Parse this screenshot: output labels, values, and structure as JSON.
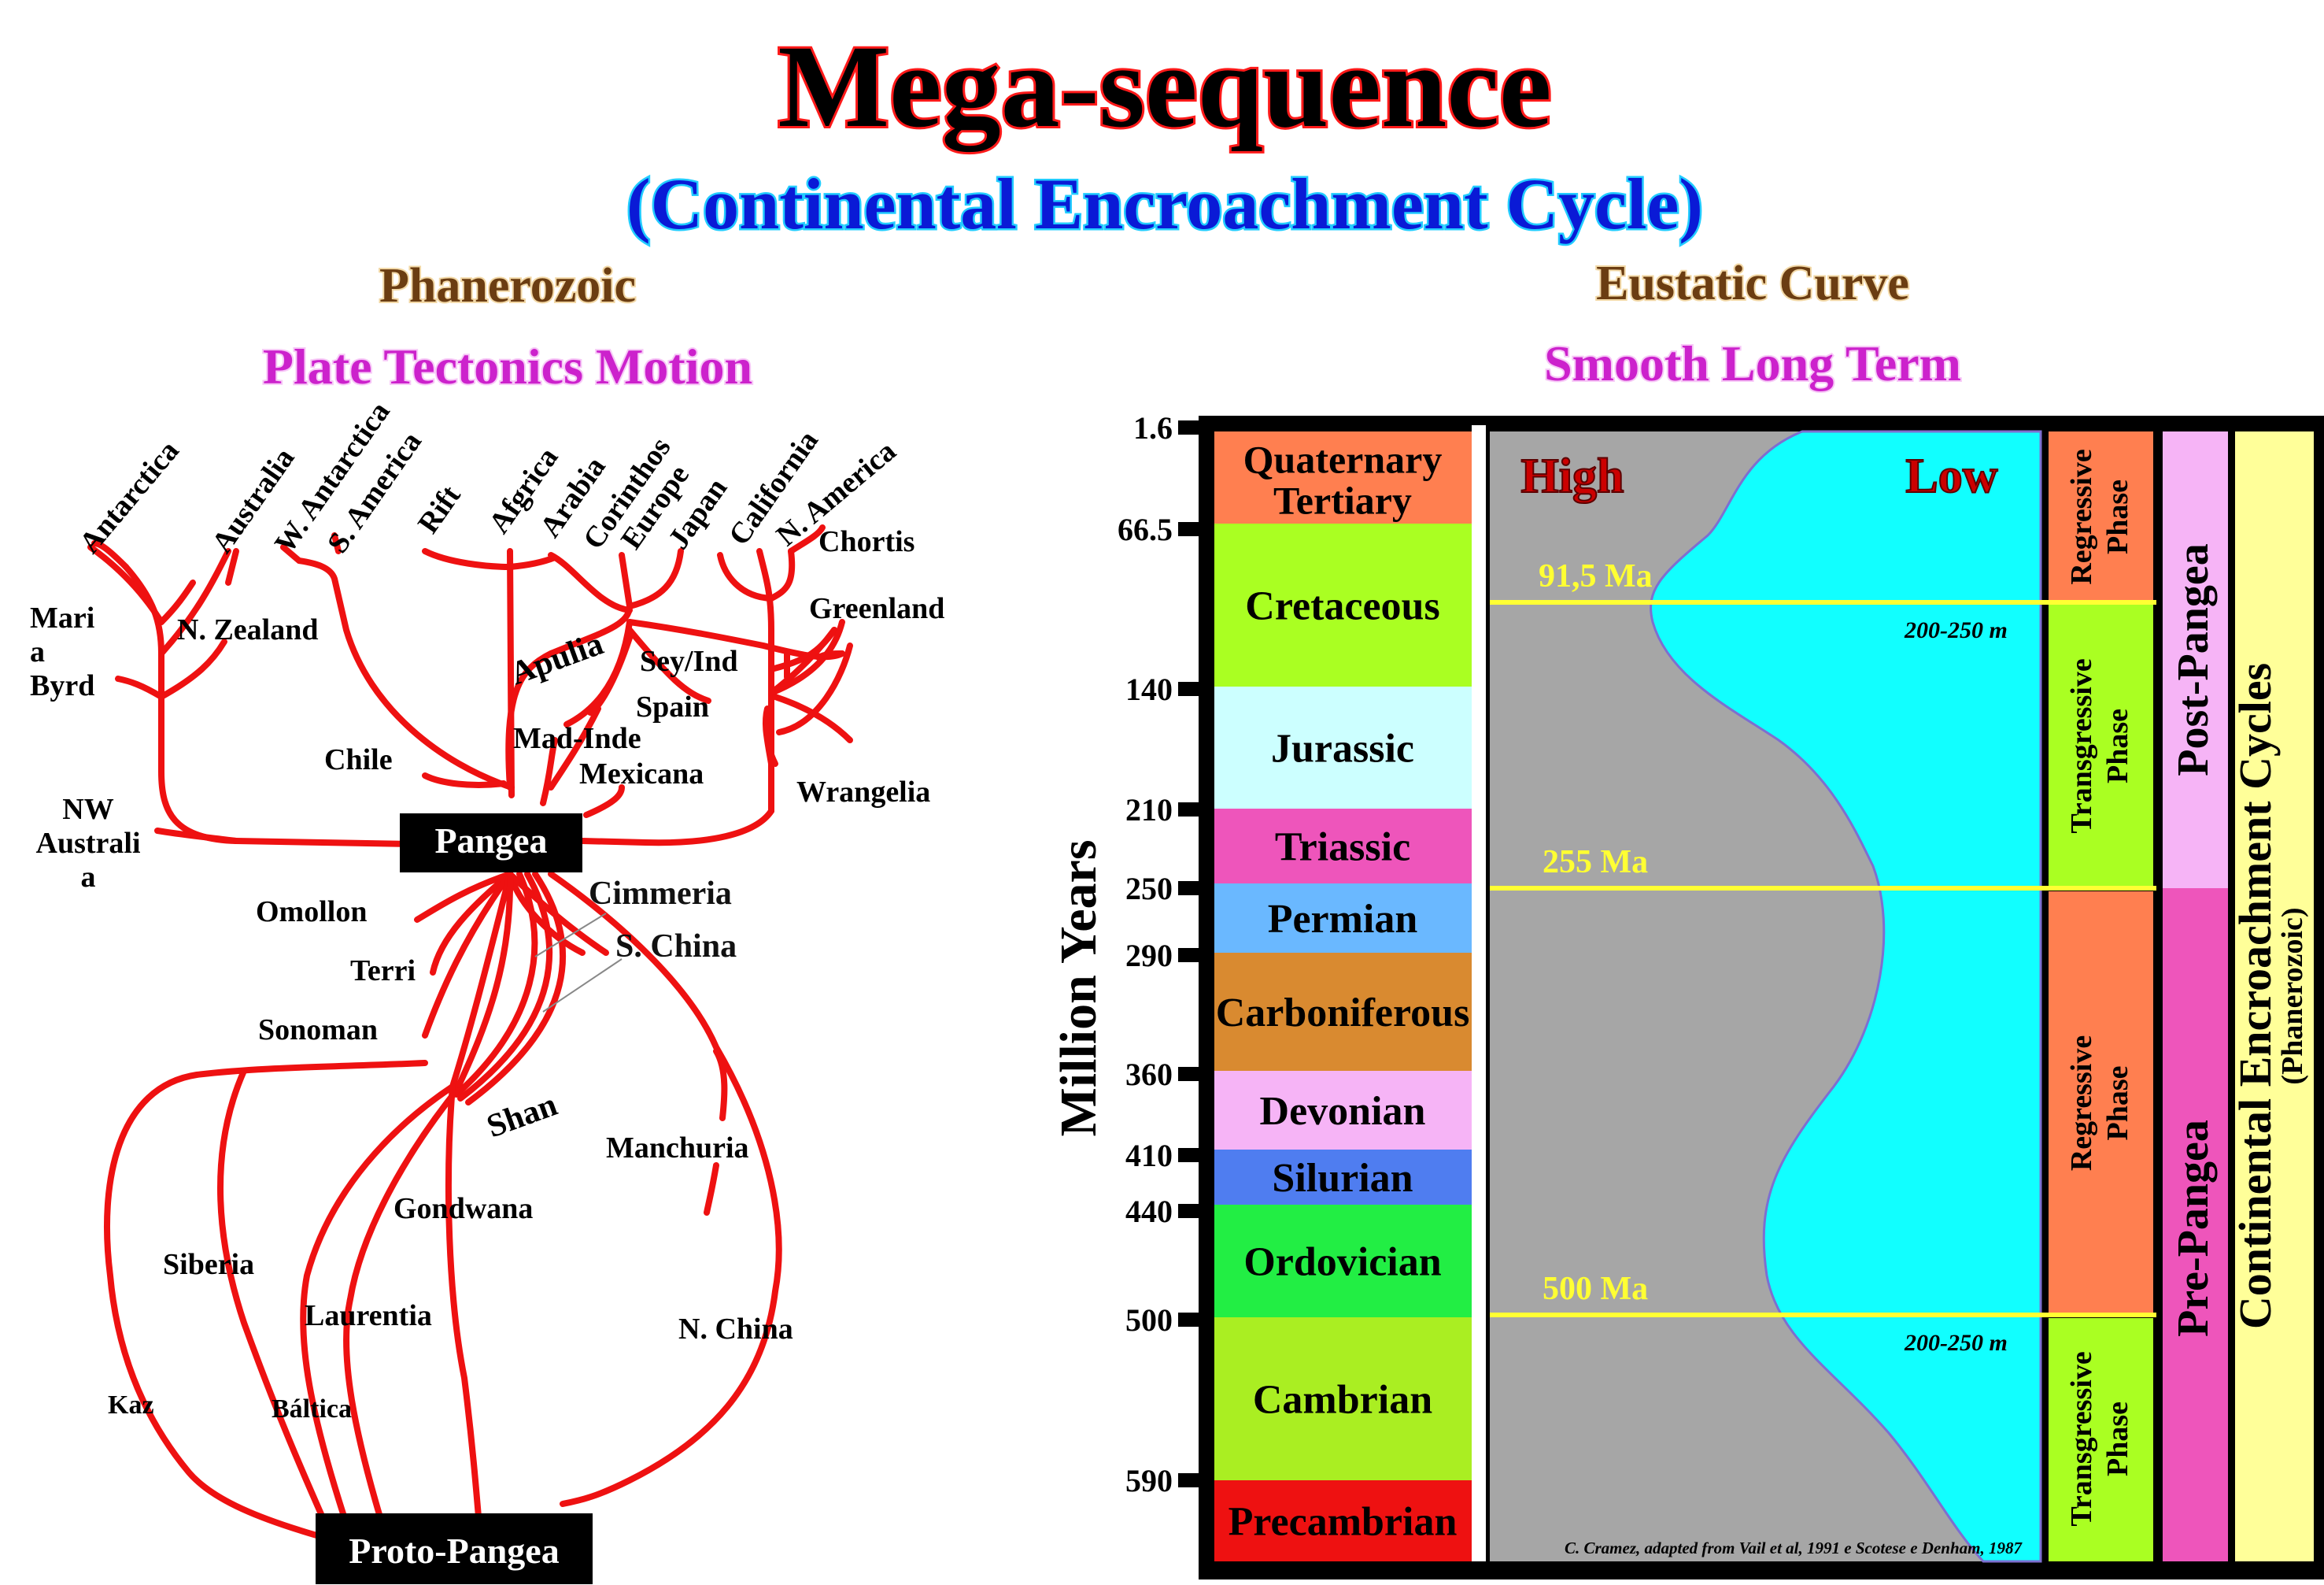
{
  "header": {
    "title": "Mega-sequence",
    "subtitle": "(Continental Encroachment Cycle)",
    "left_heading": "Phanerozoic",
    "left_subheading": "Plate Tectonics Motion",
    "right_heading": "Eustatic Curve",
    "right_subheading": "Smooth Long Term"
  },
  "tree": {
    "root_top": "Pangea",
    "root_bottom": "Proto-Pangea",
    "labels": {
      "antarctica": "Antarctica",
      "australia": "Australia",
      "w_antarctica": "W. Antarctica",
      "s_america": "S. America",
      "rift": "Rift",
      "afgrica": "Afgrica",
      "arabia": "Arabia",
      "corinthos": "Corinthos",
      "europe": "Europe",
      "japan": "Japan",
      "california": "California",
      "n_america": "N. America",
      "chortis": "Chortis",
      "greenland": "Greenland",
      "mari": "Mari",
      "a": "a",
      "byrd": "Byrd",
      "n_zealand": "N. Zealand",
      "apulia": "Apulia",
      "sey_ind": "Sey/Ind",
      "spain": "Spain",
      "chile": "Chile",
      "mad_inde": "Mad-Inde",
      "mexicana": "Mexicana",
      "wrangelia": "Wrangelia",
      "nw": "NW",
      "australi": "Australi",
      "a2": "a",
      "omollon": "Omollon",
      "terri": "Terri",
      "cimmeria": "Cimmeria",
      "s_china": "S. China",
      "sonoman": "Sonoman",
      "shan": "Shan",
      "manchuria": "Manchuria",
      "gondwana": "Gondwana",
      "siberia": "Siberia",
      "laurentia": "Laurentia",
      "n_china": "N. China",
      "kaz": "Kaz",
      "baltica": "Báltica"
    }
  },
  "eustatic": {
    "y_axis_label": "Million Years",
    "ticks": [
      "1.6",
      "66.5",
      "140",
      "210",
      "250",
      "290",
      "360",
      "410",
      "440",
      "500",
      "590"
    ],
    "periods": [
      {
        "name": "Quaternary",
        "name2": "Tertiary",
        "color": "#ff7f50"
      },
      {
        "name": "Cretaceous",
        "color": "#aaff22"
      },
      {
        "name": "Jurassic",
        "color": "#ccffff"
      },
      {
        "name": "Triassic",
        "color": "#ee55bb"
      },
      {
        "name": "Permian",
        "color": "#6ab8ff"
      },
      {
        "name": "Carboniferous",
        "color": "#d98a30"
      },
      {
        "name": "Devonian",
        "color": "#f6b4f6"
      },
      {
        "name": "Silurian",
        "color": "#4f7df0"
      },
      {
        "name": "Ordovician",
        "color": "#22ee44"
      },
      {
        "name": "Cambrian",
        "color": "#aaee22"
      },
      {
        "name": "Precambrian",
        "color": "#ee1111"
      }
    ],
    "high_label": "High",
    "low_label": "Low",
    "markers": [
      "91,5 Ma",
      "255 Ma",
      "500 Ma"
    ],
    "range_labels": [
      "200-250 m",
      "200-250 m"
    ],
    "phases": [
      {
        "line1": "Regressive",
        "line2": "Phase",
        "color": "#ff7f50"
      },
      {
        "line1": "Transgressive",
        "line2": "Phase",
        "color": "#aaff22"
      },
      {
        "line1": "Regressive",
        "line2": "Phase",
        "color": "#ff7f50"
      },
      {
        "line1": "Transgressive",
        "line2": "Phase",
        "color": "#aaff22"
      }
    ],
    "post_pangea": "Post-Pangea",
    "pre_pangea": "Pre-Pangea",
    "cycles_label": "Continental Encroachment Cycles",
    "cycles_sub": "(Phanerozoic)",
    "credit": "C. Cramez, adapted from  Vail et al, 1991 e Scotese e Denham, 1987",
    "colors": {
      "sea": "#11ffff",
      "land": "#a6a6a6",
      "marker_line": "#ffff33",
      "post_pangea": "#f6b4f6",
      "pre_pangea": "#ee55bb",
      "cycles": "#ffff99"
    }
  }
}
